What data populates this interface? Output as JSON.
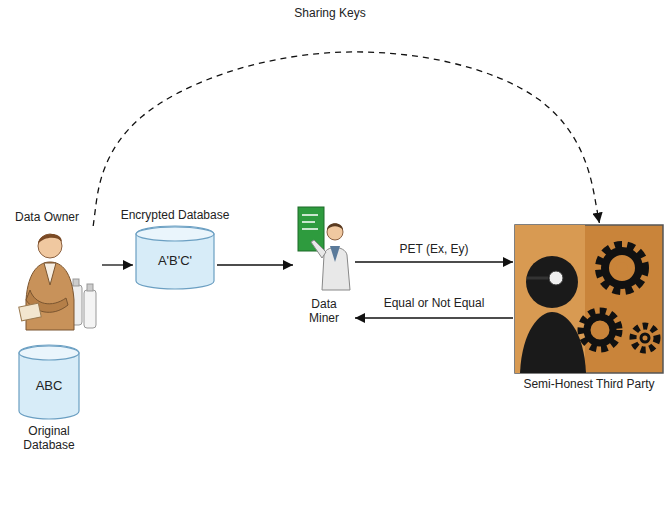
{
  "diagram": {
    "nodes": [
      {
        "text": [
          "Data Owner"
        ]
      },
      {
        "text": [
          "ABC",
          "Original Database"
        ]
      },
      {
        "text": [
          "Encrypted Database",
          "A'B'C'"
        ]
      },
      {
        "text": [
          "Data Miner"
        ]
      },
      {
        "text": [
          "Semi-Honest Third Party"
        ]
      }
    ],
    "edges": [
      {
        "from": 0,
        "to": 4,
        "label": "Sharing Keys",
        "arrow": "to"
      },
      {
        "from": 0,
        "to": 2,
        "arrow": "to"
      },
      {
        "from": 2,
        "to": 3,
        "arrow": "to"
      },
      {
        "from": 3,
        "to": 4,
        "label": "PET (Ex, Ey)",
        "arrow": "to"
      },
      {
        "from": 4,
        "to": 3,
        "label": "Equal or Not Equal",
        "arrow": "to"
      }
    ]
  }
}
